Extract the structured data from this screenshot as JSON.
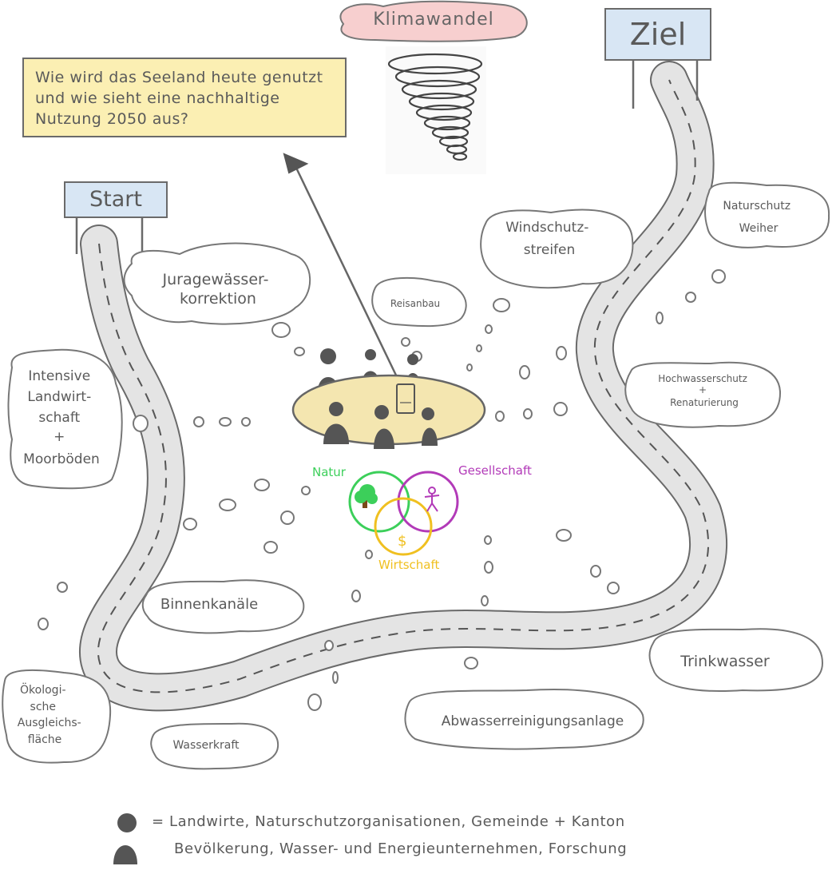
{
  "question": "Wie wird das Seeland heute genutzt und wie sieht eine nachhaltige Nutzung 2050 aus?",
  "start_label": "Start",
  "goal_label": "Ziel",
  "climate_label": "Klimawandel",
  "topics": {
    "juragewaesser": "Juragewässer-\nkorrektion",
    "reisanbau": "Reisanbau",
    "windschutz": "Windschutz-\nstreifen",
    "naturschutz_weiher": "Naturschutz\nWeiher",
    "intensive": "Intensive\nLandwirt-\nschaft\n+\nMoorböden",
    "hochwasser": "Hochwasserschutz\n+\nRenaturierung",
    "binnenkanaele": "Binnenkanäle",
    "trinkwasser": "Trinkwasser",
    "oekologische": "Ökologi-\nsche\nAusgleichs-\nfläche",
    "wasserkraft": "Wasserkraft",
    "abwasser": "Abwasserreinigungsanlage"
  },
  "venn": {
    "natur": "Natur",
    "gesellschaft": "Gesellschaft",
    "wirtschaft": "Wirtschaft",
    "natur_color": "#3ccf5a",
    "gesellschaft_color": "#b23ab8",
    "wirtschaft_color": "#f0c020",
    "dollar": "$"
  },
  "legend": {
    "line1": "= Landwirte, Naturschutzorganisationen, Gemeinde + Kanton",
    "line2": "Bevölkerung, Wasser- und Energieunternehmen, Forschung"
  },
  "colors": {
    "question_bg": "#fbefb3",
    "sign_bg": "#d8e6f4",
    "climate_bg": "#f7cfcf",
    "table_fill": "#f4e6b0",
    "road_fill": "#e4e4e4",
    "ink": "#5a5a5a"
  },
  "icons": {
    "tornado": "tornado-icon",
    "people": "person-icon",
    "tree": "tree-icon",
    "figure": "stick-figure-icon",
    "tablet": "tablet-icon"
  }
}
